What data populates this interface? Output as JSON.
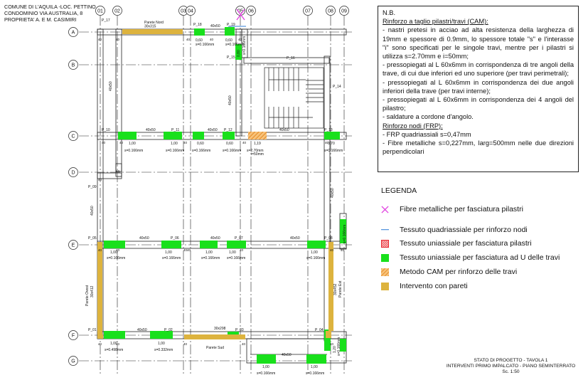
{
  "header": {
    "line1": "COMUNE DI L'AQUILA -LOC. PETTINO",
    "line2": "CONDOMINIO VIA AUSTRALIA, 8",
    "line3": "PROPRIETA' A. E M. CASIMIRI"
  },
  "axes_cols": [
    "01",
    "02",
    "03",
    "04",
    "05",
    "06",
    "07",
    "08",
    "09"
  ],
  "axes_rows": [
    "A",
    "B",
    "C",
    "D",
    "E",
    "F",
    "G"
  ],
  "pillars": [
    "P_17",
    "P_18",
    "P_19",
    "P_15",
    "P_16",
    "P_14",
    "P_10",
    "P_11",
    "P_12",
    "P_13",
    "P_09",
    "P_05",
    "P_06",
    "P_07",
    "P_08",
    "P_01",
    "P_02",
    "P_03",
    "P_04"
  ],
  "walls": {
    "nord": "Parete Nord",
    "nord_dim": "30x315",
    "ovest": "Parete Ovest",
    "ovest_dim": "30x412",
    "est": "Parete Est",
    "est_dim": "30x452",
    "sud": "Parete Sud",
    "sud_dim": "30x298"
  },
  "dims": {
    "beam": "40x50",
    "d40": "40",
    "s0166": "s=0.166mm",
    "s0332": "s=0.332mm",
    "s0498": "s=0.498mm",
    "s270": "s=2.70mm",
    "i50": "i=50mm",
    "w060": "0,60",
    "w100": "1,00",
    "w070": "0,70",
    "w119": "1,19",
    "w120": "1,20",
    "w080": "0,80"
  },
  "notes": {
    "nb": "N.B.",
    "cam_title": "Rinforzo a taglio pilastri/travi (CAM):",
    "cam1": "- nastri pretesi in acciao ad alta resistenza della larghezza di 19mm e spessore di 0.9mm, lo spessore totale \"s\" e l'interasse \"i\" sono specificati per le singole travi, mentre per i pilastri si utilizza s=2.70mm e i=50mm;",
    "cam2": "- pressopiegati al L 60x6mm in corrispondenza di tre angoli della trave, di cui due inferiori ed uno superiore (per travi perimetrali);",
    "cam3": "- pressopiegati al L 60x6mm in corrispondenza dei due angoli inferiori della trave (per travi interne);",
    "cam4": "- pressopiegati al L 60x6mm in corrispondenza dei 4 angoli del pilastro;",
    "cam5": "- saldature a cordone d'angolo.",
    "frp_title": "Rinforzo nodi (FRP):",
    "frp1": "- FRP quadriassiali s=0,47mm",
    "frp2": "- Fibre metalliche s=0,227mm, larg=500mm nelle due direzioni perpendicolari"
  },
  "legend": {
    "title": "LEGENDA",
    "items": [
      {
        "label": "Fibre metalliche per fasciatura pilastri",
        "icon": "x-mark-icon",
        "color": "#e040e0"
      },
      {
        "label": "Tessuto quadriassiale per rinforzo nodi",
        "icon": "line-icon",
        "color": "#2e7bd6"
      },
      {
        "label": "Tessuto uniassiale per fasciatura pilastri",
        "icon": "red-hatch-icon",
        "color": "#e8202a"
      },
      {
        "label": "Tessuto uniassiale per fasciatura ad U delle travi",
        "icon": "green-square-icon",
        "color": "#19e01c"
      },
      {
        "label": "Metodo CAM per rinforzo delle travi",
        "icon": "orange-hatch-icon",
        "color": "#f0a030"
      },
      {
        "label": "Intervento con pareti",
        "icon": "gold-square-icon",
        "color": "#ddb33e"
      }
    ]
  },
  "titleblock": {
    "line1": "STATO DI PROGETTO - TAVOLA 1",
    "line2": "INTERVENTI PRIMO IMPALCATO - PIANO SEMINTERRATO",
    "line3": "Sc. 1:50"
  }
}
